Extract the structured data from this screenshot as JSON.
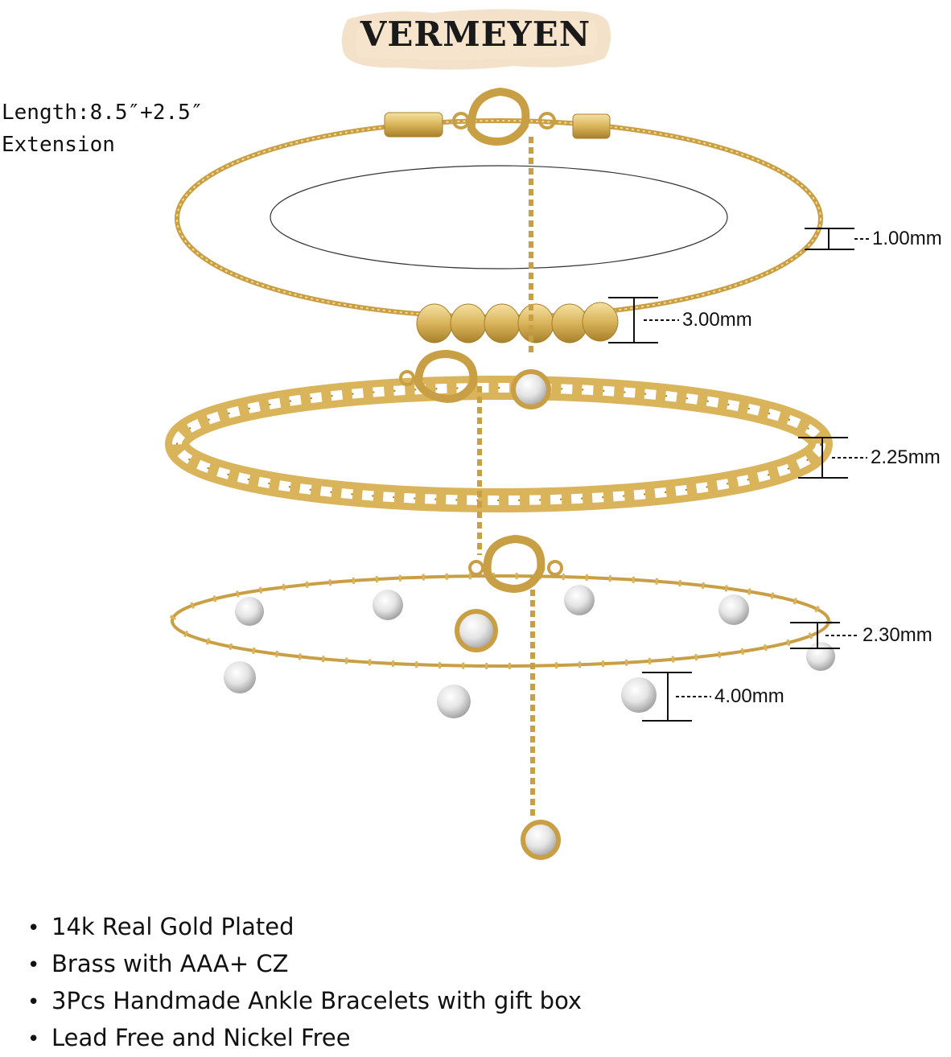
{
  "brand": {
    "name": "VERMEYEN"
  },
  "length_info": {
    "line1": "Length:8.5″+2.5″",
    "line2": "Extension"
  },
  "dimensions": {
    "box_chain": "1.00mm",
    "beads": "3.00mm",
    "mariner_chain": "2.25mm",
    "satellite_chain": "2.30mm",
    "cz_stone": "4.00mm"
  },
  "features": [
    "14k Real Gold Plated",
    "Brass with AAA+ CZ",
    "3Pcs Handmade Ankle Bracelets with gift box",
    "Lead Free and Nickel Free"
  ],
  "colors": {
    "gold": "#d9b45a",
    "gold_light": "#f3dc97",
    "gold_dark": "#a8802c",
    "banner": "#f1dcc0",
    "text": "#111111"
  }
}
